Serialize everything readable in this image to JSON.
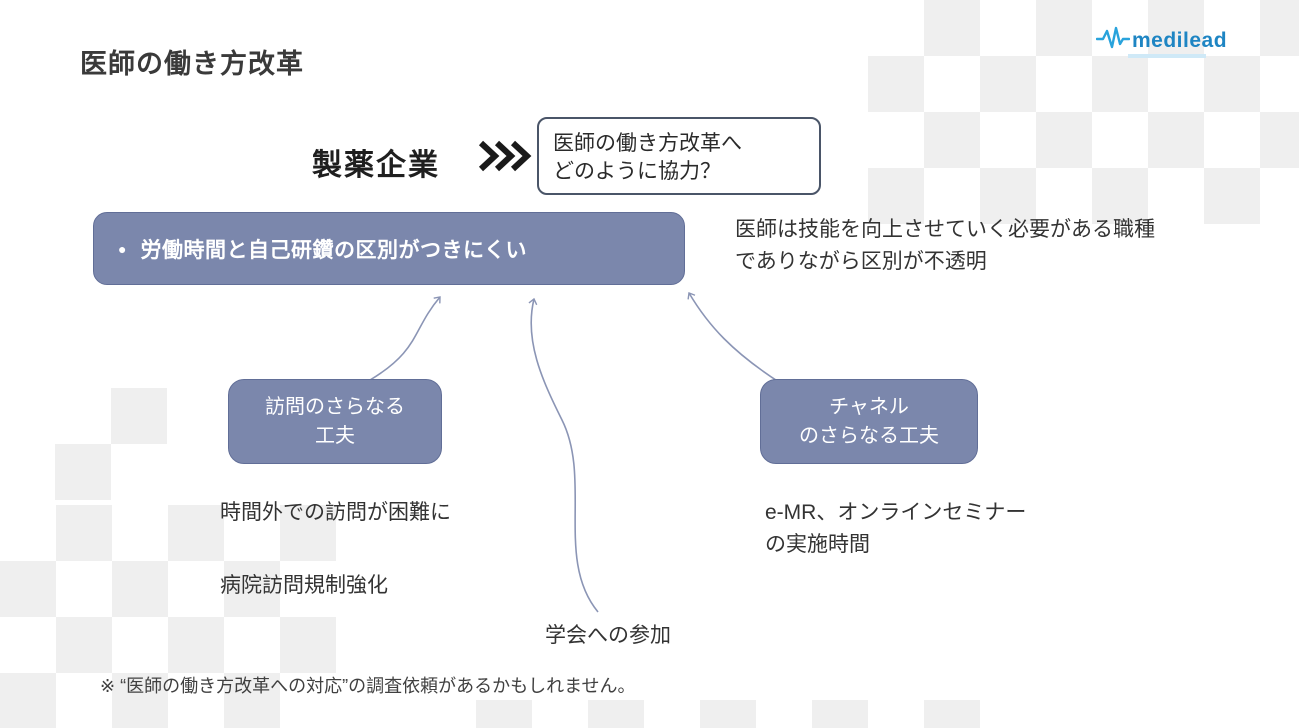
{
  "title": "医師の働き方改革",
  "logo": {
    "text": "medilead"
  },
  "flow": {
    "actor": "製薬企業",
    "question": "医師の働き方改革へ\nどのように協力？"
  },
  "issue": {
    "bullet": "●",
    "label": "労働時間と自己研鑽の区別がつきにくい",
    "note": "医師は技能を向上させていく必要がある職種\nでありながら区別が不透明"
  },
  "branches": {
    "visit": {
      "box": "訪問のさらなる\n工夫",
      "notes": [
        "時間外での訪問が困難に",
        "病院訪問規制強化"
      ]
    },
    "channel": {
      "box": "チャネル\nのさらなる工夫",
      "note": "e-MR、オンラインセミナー\nの実施時間"
    },
    "conference": "学会への参加"
  },
  "footnote": "※ “医師の働き方改革への対応”の調査依頼があるかもしれません。",
  "icons": {
    "heartbeat": "pulse-line-icon",
    "chevron": "triple-chevron-icon"
  },
  "colors": {
    "box_fill": "#7b87ac",
    "box_border": "#616e97",
    "logo_blue": "#1e85c3",
    "arrow": "#8b95b5"
  }
}
